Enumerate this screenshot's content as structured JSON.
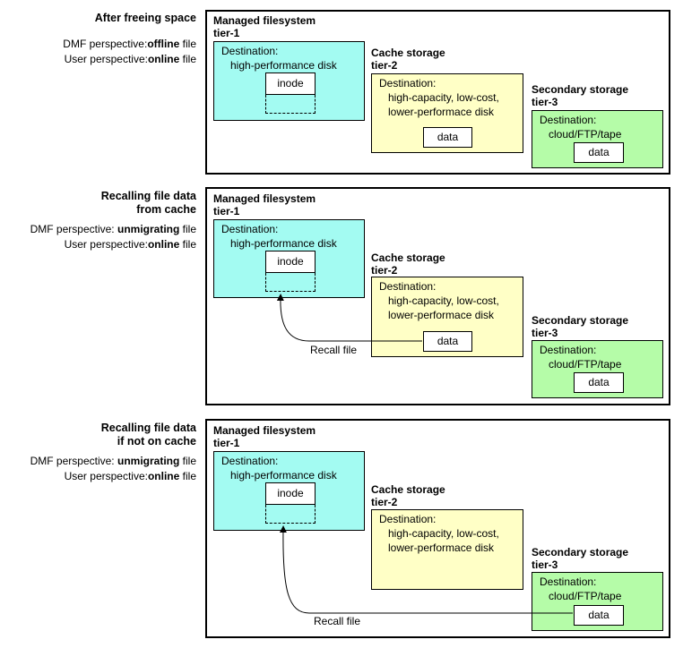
{
  "sections": [
    {
      "title_lines": [
        "After freeing space"
      ],
      "dmf_label": "DMF perspective:",
      "dmf_state": "offline",
      "user_label": "User perspective:",
      "user_state": "online",
      "file_word": "file"
    },
    {
      "title_lines": [
        "Recalling file data",
        "from cache"
      ],
      "dmf_label": "DMF perspective:",
      "dmf_state": "unmigrating",
      "user_label": "User perspective:",
      "user_state": "online",
      "file_word": "file",
      "recall_label": "Recall file"
    },
    {
      "title_lines": [
        "Recalling file data",
        "if not on cache"
      ],
      "dmf_label": "DMF perspective:",
      "dmf_state": "unmigrating",
      "user_label": "User perspective:",
      "user_state": "online",
      "file_word": "file",
      "recall_label": "Recall file"
    }
  ],
  "tiers": {
    "t1": {
      "name": "Managed filesystem",
      "tier": "tier-1",
      "dest_label": "Destination:",
      "dest_value": "high-performance disk",
      "inode": "inode"
    },
    "t2": {
      "name": "Cache storage",
      "tier": "tier-2",
      "dest_label": "Destination:",
      "dest_line1": "high-capacity, low-cost,",
      "dest_line2": "lower-performace disk",
      "data": "data"
    },
    "t3": {
      "name": "Secondary storage",
      "tier": "tier-3",
      "dest_label": "Destination:",
      "dest_value": "cloud/FTP/tape",
      "data": "data"
    }
  }
}
